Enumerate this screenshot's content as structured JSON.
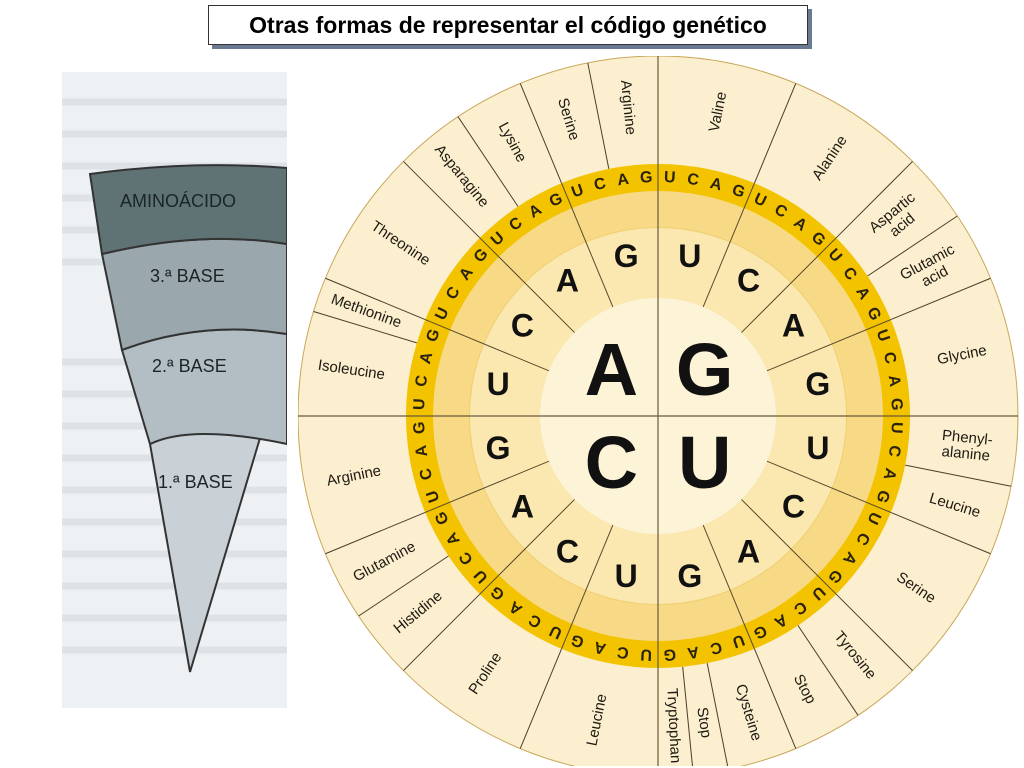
{
  "title": "Otras formas de representar el código genético",
  "funnel": {
    "aminoacid_label": "AMINOÁCIDO",
    "third_base_label": "3.ª BASE",
    "second_base_label": "2.ª BASE",
    "first_base_label": "1.ª BASE"
  },
  "colors": {
    "wheel_outer": "#fbefcf",
    "wheel_band": "#f3c300",
    "wheel_ring2": "#f8d986",
    "wheel_ring1": "#fae8b0",
    "wheel_center": "#fdf3d6",
    "funnel_top": "#5f7274",
    "funnel_mid": "#9aa7ad",
    "funnel_bottom": "#c9d1d6"
  },
  "wheel": {
    "first_bases": [
      "U",
      "C",
      "A",
      "G"
    ],
    "second_bases": [
      "U",
      "C",
      "A",
      "G"
    ],
    "third_bases": [
      "U",
      "C",
      "A",
      "G"
    ],
    "amino_acids": [
      {
        "name": "Phenyl-\nalanine",
        "span": 2
      },
      {
        "name": "Leucine",
        "span": 2
      },
      {
        "name": "Serine",
        "span": 4
      },
      {
        "name": "Tyrosine",
        "span": 2
      },
      {
        "name": "Stop",
        "span": 2
      },
      {
        "name": "Cysteine",
        "span": 2
      },
      {
        "name": "Stop",
        "span": 1
      },
      {
        "name": "Tryptophan",
        "span": 1
      },
      {
        "name": "Leucine",
        "span": 4
      },
      {
        "name": "Proline",
        "span": 4
      },
      {
        "name": "Histidine",
        "span": 2
      },
      {
        "name": "Glutamine",
        "span": 2
      },
      {
        "name": "Arginine",
        "span": 4
      },
      {
        "name": "Isoleucine",
        "span": 3
      },
      {
        "name": "Methionine",
        "span": 1
      },
      {
        "name": "Threonine",
        "span": 4
      },
      {
        "name": "Asparagine",
        "span": 2
      },
      {
        "name": "Lysine",
        "span": 2
      },
      {
        "name": "Serine",
        "span": 2
      },
      {
        "name": "Arginine",
        "span": 2
      },
      {
        "name": "Valine",
        "span": 4
      },
      {
        "name": "Alanine",
        "span": 4
      },
      {
        "name": "Aspartic\nacid",
        "span": 2
      },
      {
        "name": "Glutamic\nacid",
        "span": 2
      },
      {
        "name": "Glycine",
        "span": 4
      }
    ]
  }
}
